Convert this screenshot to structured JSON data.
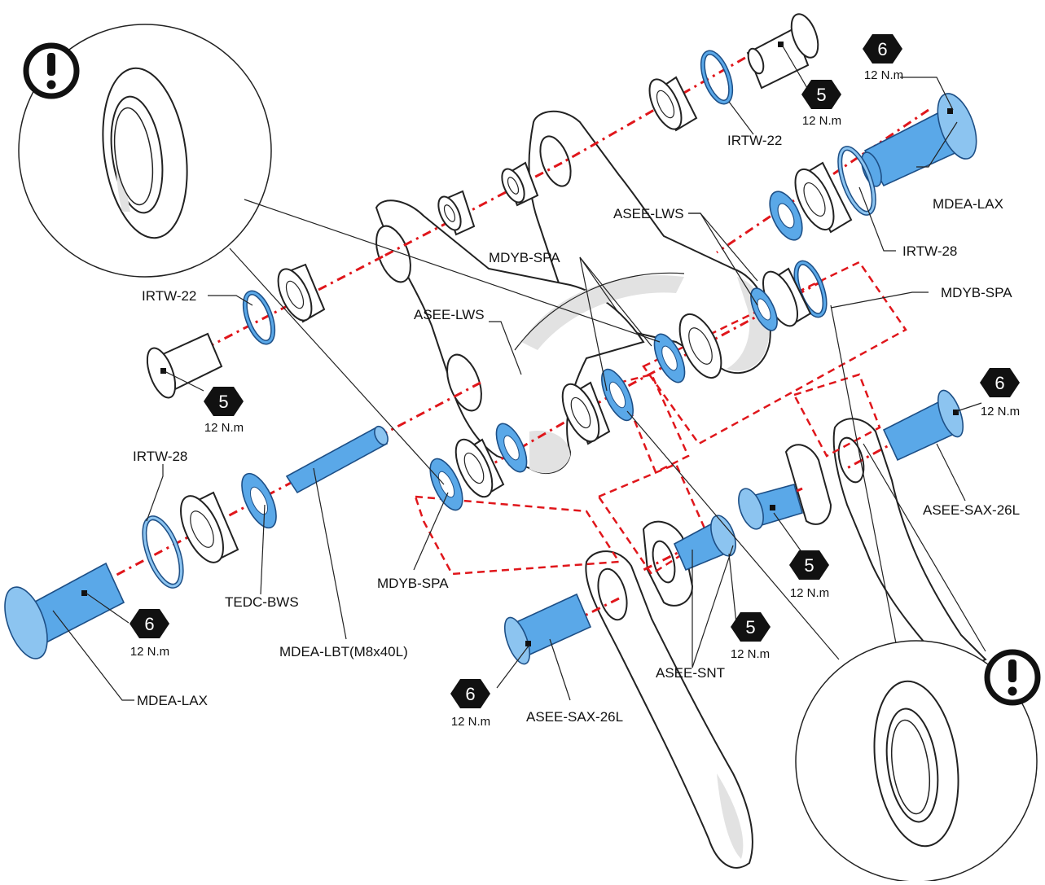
{
  "colors": {
    "axis_red": "#e0161b",
    "part_blue": "#5aa8e8",
    "outline": "#222222",
    "badge": "#111111"
  },
  "icons": {
    "warning": "exclamation-circle-icon",
    "torque_badge": "hexagon-badge-icon"
  },
  "labels": {
    "irtw22_top": "IRTW-22",
    "irtw22_left": "IRTW-22",
    "irtw28_right": "IRTW-28",
    "irtw28_left": "IRTW-28",
    "mdea_lax_right": "MDEA-LAX",
    "mdea_lax_left": "MDEA-LAX",
    "asee_lws_top": "ASEE-LWS",
    "asee_lws_mid": "ASEE-LWS",
    "mdyb_spa_top": "MDYB-SPA",
    "mdyb_spa_right": "MDYB-SPA",
    "mdyb_spa_bottom": "MDYB-SPA",
    "asee_sax_right": "ASEE-SAX-26L",
    "asee_sax_bottom": "ASEE-SAX-26L",
    "tedc_bws": "TEDC-BWS",
    "mdea_lbt": "MDEA-LBT(M8x40L)",
    "asee_snt": "ASEE-SNT"
  },
  "torque": {
    "top_right_6": {
      "step": "6",
      "value": "12 N.m"
    },
    "top_5": {
      "step": "5",
      "value": "12 N.m"
    },
    "left_5": {
      "step": "5",
      "value": "12 N.m"
    },
    "right_6": {
      "step": "6",
      "value": "12 N.m"
    },
    "mid_5": {
      "step": "5",
      "value": "12 N.m"
    },
    "low_5": {
      "step": "5",
      "value": "12 N.m"
    },
    "left_6": {
      "step": "6",
      "value": "12 N.m"
    },
    "bottom_6": {
      "step": "6",
      "value": "12 N.m"
    }
  }
}
